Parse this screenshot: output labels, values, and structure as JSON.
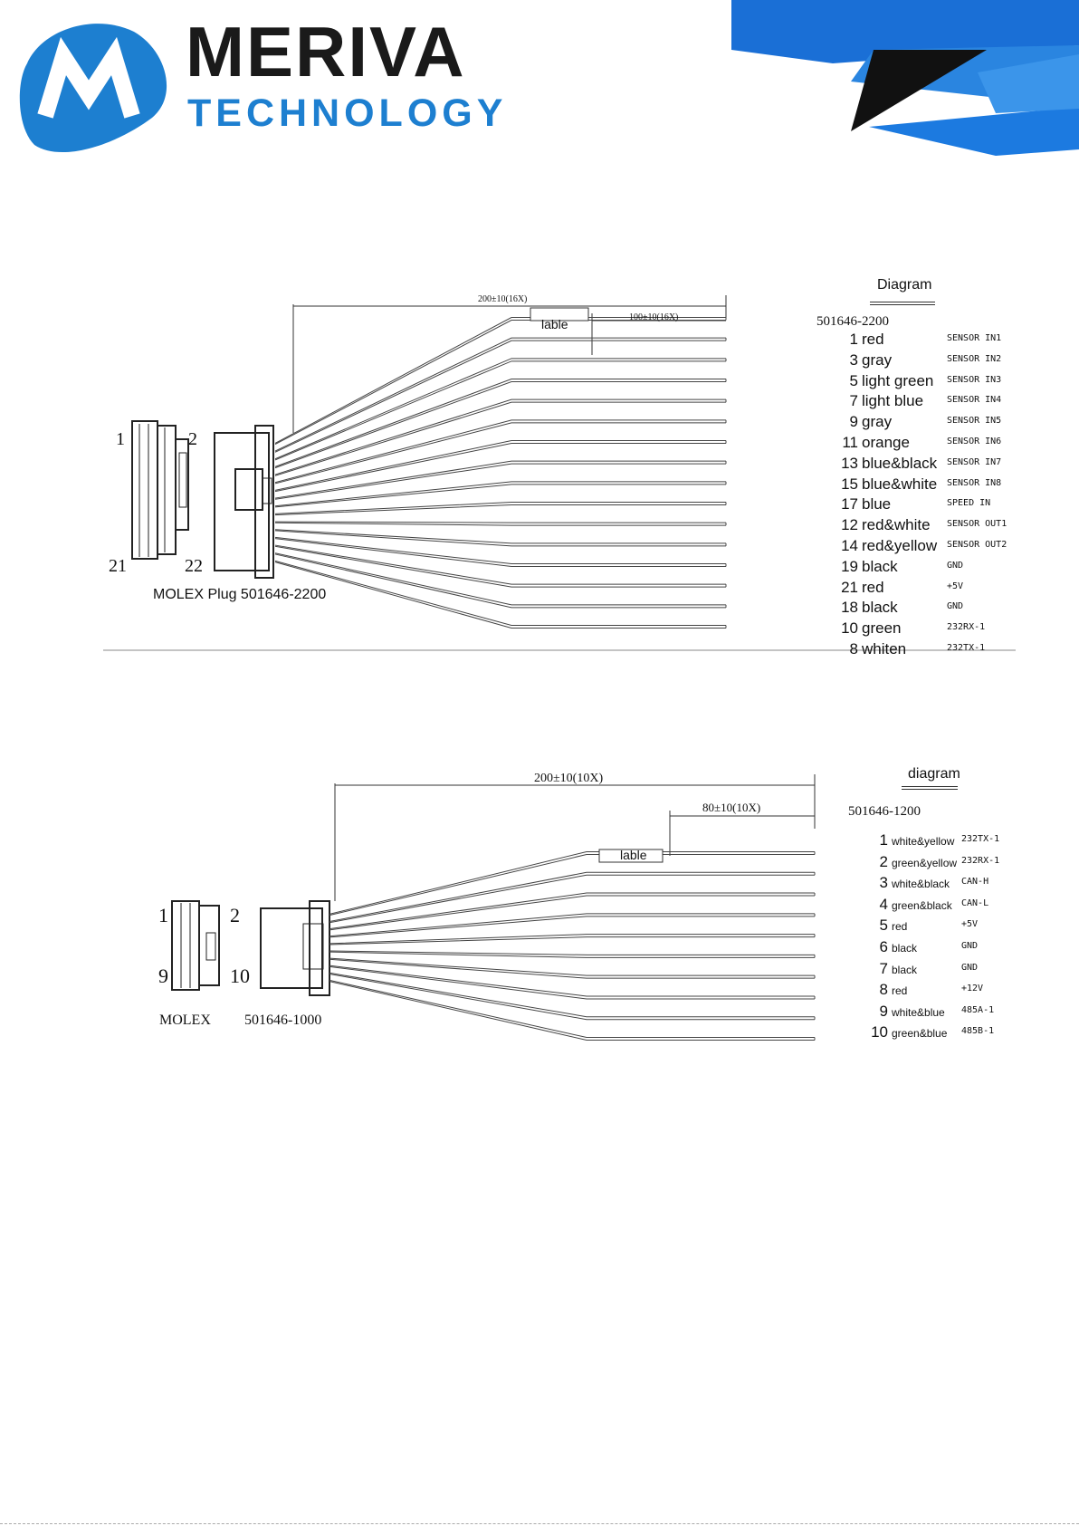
{
  "header": {
    "brand_name": "MERIVA",
    "brand_subtitle": "TECHNOLOGY",
    "brand_color": "#1d7fd0"
  },
  "diagram1": {
    "total_length": "200±10(16X)",
    "strip_length": "100±10(16X)",
    "label_text": "lable",
    "connector_caption": "MOLEX Plug 501646-2200",
    "pin_corner_labels": [
      "1",
      "2",
      "21",
      "22"
    ],
    "legend_title": "Diagram",
    "part_number": "501646-2200",
    "pins": [
      {
        "num": "1",
        "color": "red",
        "signal": "SENSOR IN1"
      },
      {
        "num": "3",
        "color": "gray",
        "signal": "SENSOR IN2"
      },
      {
        "num": "5",
        "color": "light green",
        "signal": "SENSOR IN3"
      },
      {
        "num": "7",
        "color": "light blue",
        "signal": "SENSOR IN4"
      },
      {
        "num": "9",
        "color": "gray",
        "signal": "SENSOR IN5"
      },
      {
        "num": "11",
        "color": "orange",
        "signal": "SENSOR IN6"
      },
      {
        "num": "13",
        "color": "blue&black",
        "signal": "SENSOR IN7"
      },
      {
        "num": "15",
        "color": "blue&white",
        "signal": "SENSOR IN8"
      },
      {
        "num": "17",
        "color": "blue",
        "signal": "SPEED IN"
      },
      {
        "num": "12",
        "color": "red&white",
        "signal": "SENSOR OUT1"
      },
      {
        "num": "14",
        "color": "red&yellow",
        "signal": "SENSOR OUT2"
      },
      {
        "num": "19",
        "color": "black",
        "signal": "GND"
      },
      {
        "num": "21",
        "color": "red",
        "signal": "+5V"
      },
      {
        "num": "18",
        "color": "black",
        "signal": "GND"
      },
      {
        "num": "10",
        "color": "green",
        "signal": "232RX-1"
      },
      {
        "num": "8",
        "color": "whiten",
        "signal": "232TX-1"
      }
    ]
  },
  "diagram2": {
    "total_length": "200±10(10X)",
    "strip_length": "80±10(10X)",
    "label_text": "lable",
    "connector_caption_left": "MOLEX",
    "connector_caption_right": "501646-1000",
    "pin_corner_labels": [
      "1",
      "2",
      "9",
      "10"
    ],
    "legend_title": "diagram",
    "part_number": "501646-1200",
    "pins": [
      {
        "num": "1",
        "color": "white&yellow",
        "signal": "232TX-1"
      },
      {
        "num": "2",
        "color": "green&yellow",
        "signal": "232RX-1"
      },
      {
        "num": "3",
        "color": "white&black",
        "signal": "CAN-H"
      },
      {
        "num": "4",
        "color": "green&black",
        "signal": "CAN-L"
      },
      {
        "num": "5",
        "color": "red",
        "signal": "+5V"
      },
      {
        "num": "6",
        "color": "black",
        "signal": "GND"
      },
      {
        "num": "7",
        "color": "black",
        "signal": "GND"
      },
      {
        "num": "8",
        "color": "red",
        "signal": "+12V"
      },
      {
        "num": "9",
        "color": "white&blue",
        "signal": "485A-1"
      },
      {
        "num": "10",
        "color": "green&blue",
        "signal": "485B-1"
      }
    ]
  }
}
